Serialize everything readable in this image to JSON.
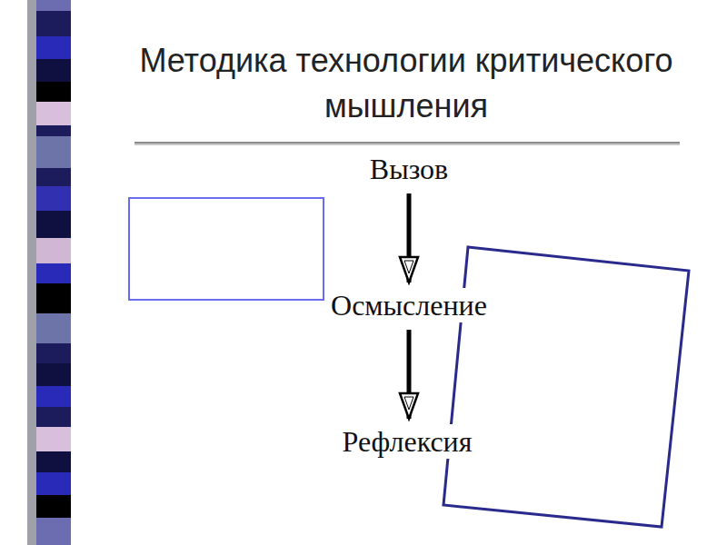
{
  "diagram": {
    "title": "Методика технологии критического мышления",
    "nodes": [
      {
        "text": [
          "Вызов"
        ]
      },
      {
        "text": [
          "Осмысление"
        ]
      },
      {
        "text": [
          "Рефлексия"
        ]
      }
    ],
    "edges": [
      {
        "from": 0,
        "to": 1,
        "arrow": "to"
      },
      {
        "from": 1,
        "to": 2,
        "arrow": "to"
      }
    ]
  }
}
